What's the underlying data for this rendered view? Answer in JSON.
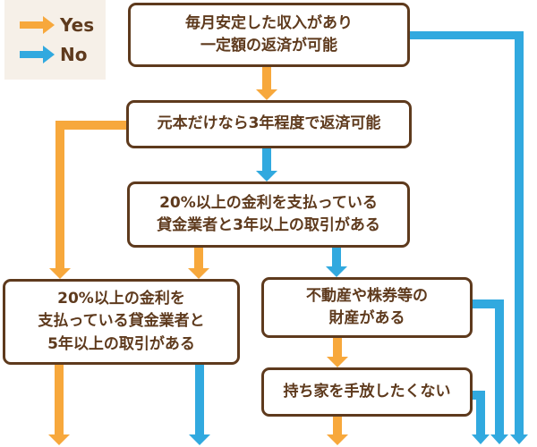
{
  "colors": {
    "yes_arrow": "#F7A83C",
    "no_arrow": "#31A9DF",
    "box_border": "#5E3A1D",
    "text": "#5E3A1D",
    "legend_bg": "#F6F0E8",
    "background": "#FFFFFF"
  },
  "legend": {
    "yes": "Yes",
    "no": "No"
  },
  "flowchart": {
    "type": "decision-flowchart",
    "nodes": [
      {
        "id": "stable-income",
        "lines": [
          "毎月安定した収入があり",
          "一定額の返済が可能"
        ]
      },
      {
        "id": "principal-3years",
        "lines": [
          "元本だけなら3年程度で返済可能"
        ]
      },
      {
        "id": "interest-20-3years",
        "lines": [
          "20%以上の金利を支払っている",
          "貸金業者と3年以上の取引がある"
        ]
      },
      {
        "id": "interest-20-5years",
        "lines": [
          "20%以上の金利を",
          "支払っている貸金業者と",
          "5年以上の取引がある"
        ]
      },
      {
        "id": "assets",
        "lines": [
          "不動産や株券等の",
          "財産がある"
        ]
      },
      {
        "id": "keep-home",
        "lines": [
          "持ち家を手放したくない"
        ]
      }
    ],
    "edges": [
      {
        "from": "stable-income",
        "to": "principal-3years",
        "answer": "Yes"
      },
      {
        "from": "stable-income",
        "to": "bottom-right-exit",
        "answer": "No"
      },
      {
        "from": "principal-3years",
        "to": "interest-20-5years",
        "answer": "Yes"
      },
      {
        "from": "principal-3years",
        "to": "interest-20-3years",
        "answer": "No"
      },
      {
        "from": "interest-20-3years",
        "to": "interest-20-5years",
        "answer": "Yes"
      },
      {
        "from": "interest-20-3years",
        "to": "assets",
        "answer": "No"
      },
      {
        "from": "interest-20-5years",
        "to": "bottom-left-exit",
        "answer": "Yes"
      },
      {
        "from": "interest-20-5years",
        "to": "bottom-left-exit",
        "answer": "No"
      },
      {
        "from": "assets",
        "to": "keep-home",
        "answer": "Yes"
      },
      {
        "from": "assets",
        "to": "bottom-right-exit",
        "answer": "No"
      },
      {
        "from": "keep-home",
        "to": "bottom-center-exit",
        "answer": "Yes"
      },
      {
        "from": "keep-home",
        "to": "bottom-right-exit",
        "answer": "No"
      }
    ]
  }
}
